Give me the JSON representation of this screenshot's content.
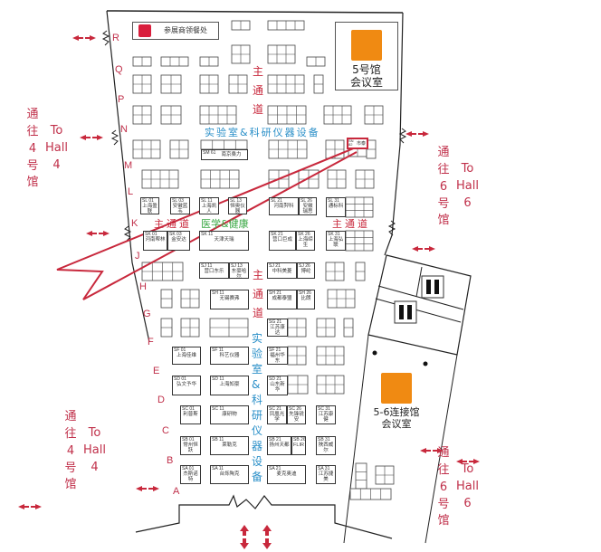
{
  "title": "5号馆展位平面图",
  "dining": {
    "label": "参展商领餐处",
    "icon": "dining-icon",
    "icon_color": "#d91e3c"
  },
  "meeting_rooms": [
    {
      "label_line1": "5号馆",
      "label_line2": "会议室",
      "icon": "meeting-icon",
      "color": "#f08a12"
    },
    {
      "label_line1": "5-6连接馆",
      "label_line2": "会议室",
      "icon": "meeting-icon",
      "color": "#f08a12"
    }
  ],
  "row_labels": [
    "R",
    "Q",
    "P",
    "N",
    "M",
    "L",
    "K",
    "J",
    "H",
    "G",
    "F",
    "E",
    "D",
    "C",
    "B",
    "A"
  ],
  "zones": {
    "main_aisle": "主通道",
    "main_aisle_v1": [
      "主",
      "通",
      "道"
    ],
    "main_aisle_v2": [
      "主",
      "通",
      "道"
    ],
    "lab_equipment": "实验室&科研仪器设备",
    "lab_equipment_v": [
      "实",
      "验",
      "室",
      "&",
      "科",
      "研",
      "仪",
      "器",
      "设",
      "备"
    ],
    "medical": "医学&健康"
  },
  "side_links": [
    {
      "cn": [
        "通",
        "往",
        "4",
        "号",
        "馆"
      ],
      "en": [
        "To",
        "Hall",
        "4"
      ]
    },
    {
      "cn": [
        "通",
        "往",
        "4",
        "号",
        "馆"
      ],
      "en": [
        "To",
        "Hall",
        "4"
      ]
    },
    {
      "cn": [
        "通",
        "往",
        "6",
        "号",
        "馆"
      ],
      "en": [
        "To",
        "Hall",
        "6"
      ]
    },
    {
      "cn": [
        "通",
        "往",
        "6",
        "号",
        "馆"
      ],
      "en": [
        "To",
        "Hall",
        "6"
      ]
    }
  ],
  "highlight": {
    "booth_code": "SN 82",
    "booth_name": "市泰",
    "color": "#c8283c"
  },
  "booths": [
    {
      "code": "SM 61",
      "name": "南京桑力"
    },
    {
      "code": "SL 01",
      "name": "上海盈联"
    },
    {
      "code": "SL 03",
      "name": "安徽蓝韦"
    },
    {
      "code": "SL 11",
      "name": "上海凯人"
    },
    {
      "code": "SL 13",
      "name": "恒奥仪器"
    },
    {
      "code": "SL 21",
      "name": "河南羿科"
    },
    {
      "code": "SL 26",
      "name": "安徽瑞思"
    },
    {
      "code": "SL 31",
      "name": "通标科"
    },
    {
      "code": "SK 01",
      "name": "河南帮林"
    },
    {
      "code": "SK 03",
      "name": "金安达"
    },
    {
      "code": "SK 11",
      "name": "天津天瑞"
    },
    {
      "code": "SK 21",
      "name": "营口巨成"
    },
    {
      "code": "SK 26",
      "name": "上海缔生"
    },
    {
      "code": "SK 31",
      "name": "上海弘联"
    },
    {
      "code": "SJ 11",
      "name": "营口东乐"
    },
    {
      "code": "SJ 13",
      "name": "东豪哈尔"
    },
    {
      "code": "SJ 21",
      "name": "中科美菱"
    },
    {
      "code": "SJ 26",
      "name": "博纶"
    },
    {
      "code": "SH 11",
      "name": "无锡赛弗"
    },
    {
      "code": "SH 21",
      "name": "成都泰盟"
    },
    {
      "code": "SH 26",
      "name": "比朗"
    },
    {
      "code": "SG 21",
      "name": "江苏康达"
    },
    {
      "code": "SF 01",
      "name": "上海佳维"
    },
    {
      "code": "SF 11",
      "name": "科艺仪器"
    },
    {
      "code": "SF 21",
      "name": "福州华东"
    },
    {
      "code": "SD 01",
      "name": "弘文予华"
    },
    {
      "code": "SD 11",
      "name": "上海知豪"
    },
    {
      "code": "SD 21",
      "name": "山东新华"
    },
    {
      "code": "SC 01",
      "name": "利普斯"
    },
    {
      "code": "SC 11",
      "name": "康研物"
    },
    {
      "code": "SC 21",
      "name": "凤凰光学"
    },
    {
      "code": "SC 26",
      "name": "先锋锐安"
    },
    {
      "code": "SC 31",
      "name": "江苏康健"
    },
    {
      "code": "SB 01",
      "name": "常州恒跃"
    },
    {
      "code": "SB 11",
      "name": "莱勒克"
    },
    {
      "code": "SB 21",
      "name": "扬州天都"
    },
    {
      "code": "SB 26",
      "name": "FLIR"
    },
    {
      "code": "SB 31",
      "name": "陕西威尔"
    },
    {
      "code": "SA 01",
      "name": "杰斯诺特"
    },
    {
      "code": "SA 11",
      "name": "台烁陶克"
    },
    {
      "code": "SA 21",
      "name": "麦克奥迪"
    },
    {
      "code": "SA 31",
      "name": "江苏捷美"
    }
  ]
}
